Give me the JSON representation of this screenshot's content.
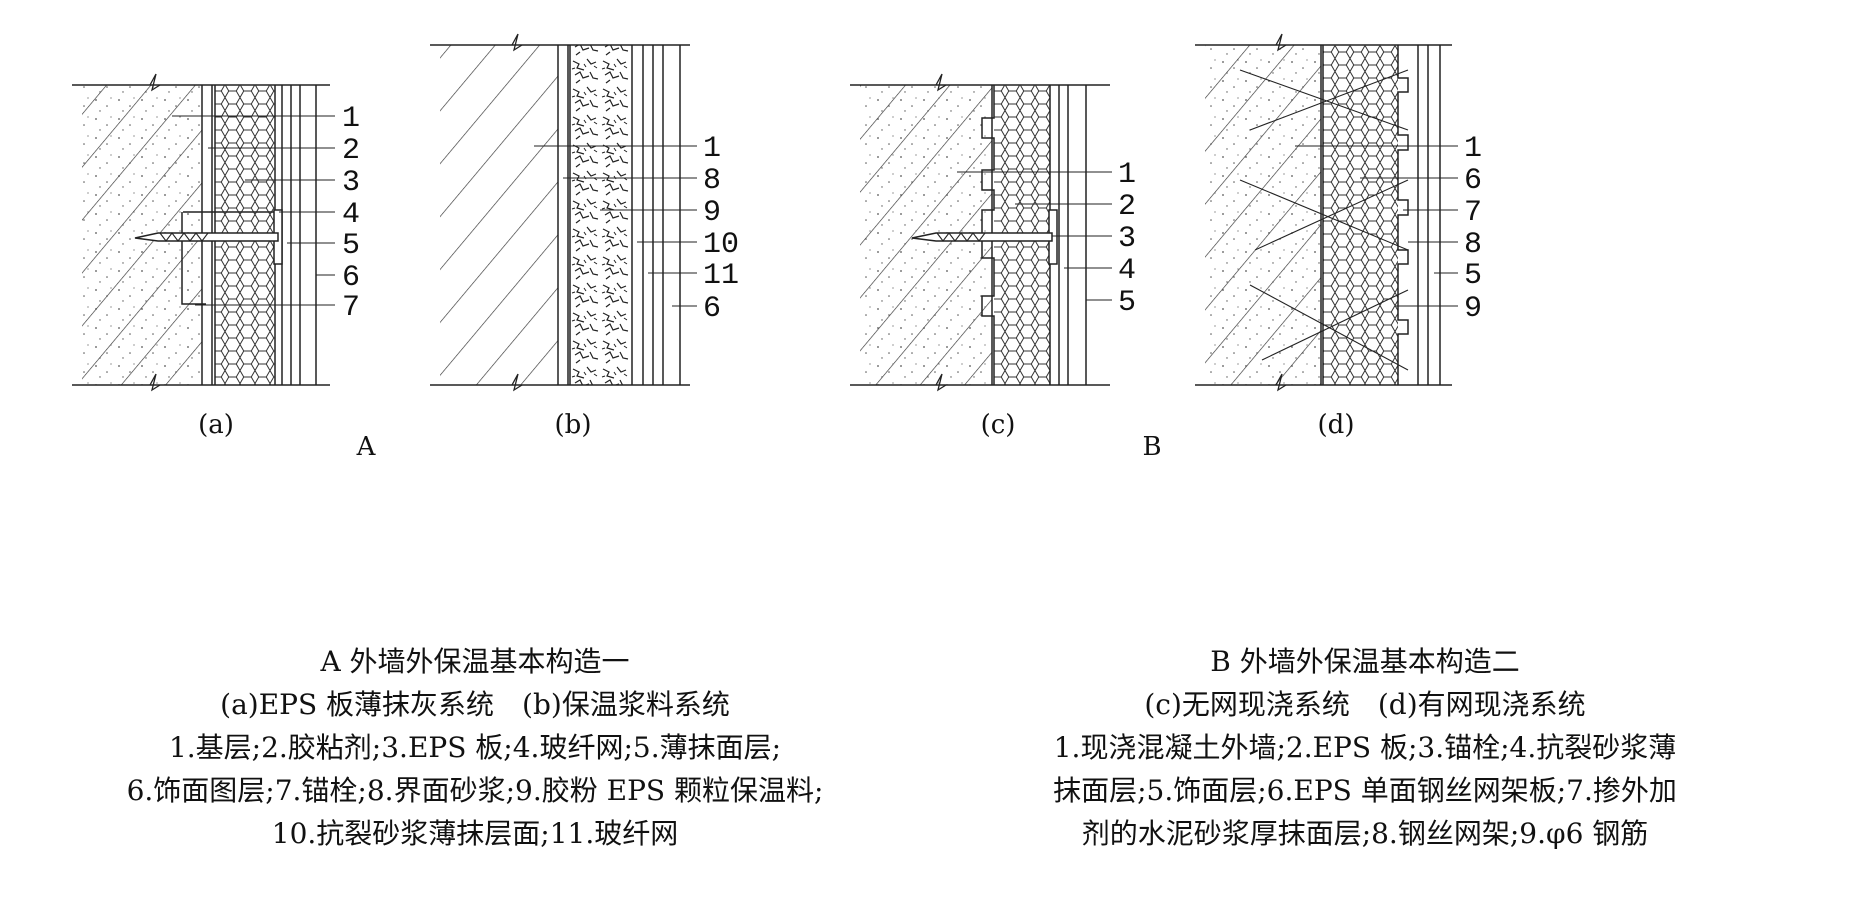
{
  "panels": {
    "a": {
      "label": "(a)",
      "numbers": [
        "1",
        "2",
        "3",
        "4",
        "5",
        "6",
        "7"
      ]
    },
    "b": {
      "label": "(b)",
      "numbers": [
        "1",
        "8",
        "9",
        "10",
        "11",
        "6"
      ]
    },
    "c": {
      "label": "(c)",
      "numbers": [
        "1",
        "2",
        "3",
        "4",
        "5"
      ]
    },
    "d": {
      "label": "(d)",
      "numbers": [
        "1",
        "6",
        "7",
        "8",
        "5",
        "9"
      ]
    }
  },
  "groups": {
    "A": "A",
    "B": "B"
  },
  "captionA": {
    "title": "A 外墙外保温基本构造一",
    "subtitle": "(a)EPS 板薄抹灰系统　(b)保温浆料系统",
    "legend1": "1.基层;2.胶粘剂;3.EPS 板;4.玻纤网;5.薄抹面层;",
    "legend2": "6.饰面图层;7.锚栓;8.界面砂浆;9.胶粉 EPS 颗粒保温料;",
    "legend3": "10.抗裂砂浆薄抹层面;11.玻纤网"
  },
  "captionB": {
    "title": "B 外墙外保温基本构造二",
    "subtitle": "(c)无网现浇系统　(d)有网现浇系统",
    "legend1": "1.现浇混凝土外墙;2.EPS 板;3.锚栓;4.抗裂砂浆薄",
    "legend2": "抹面层;5.饰面层;6.EPS 单面钢丝网架板;7.掺外加",
    "legend3": "剂的水泥砂浆厚抹面层;8.钢丝网架;9.φ6 钢筋"
  }
}
